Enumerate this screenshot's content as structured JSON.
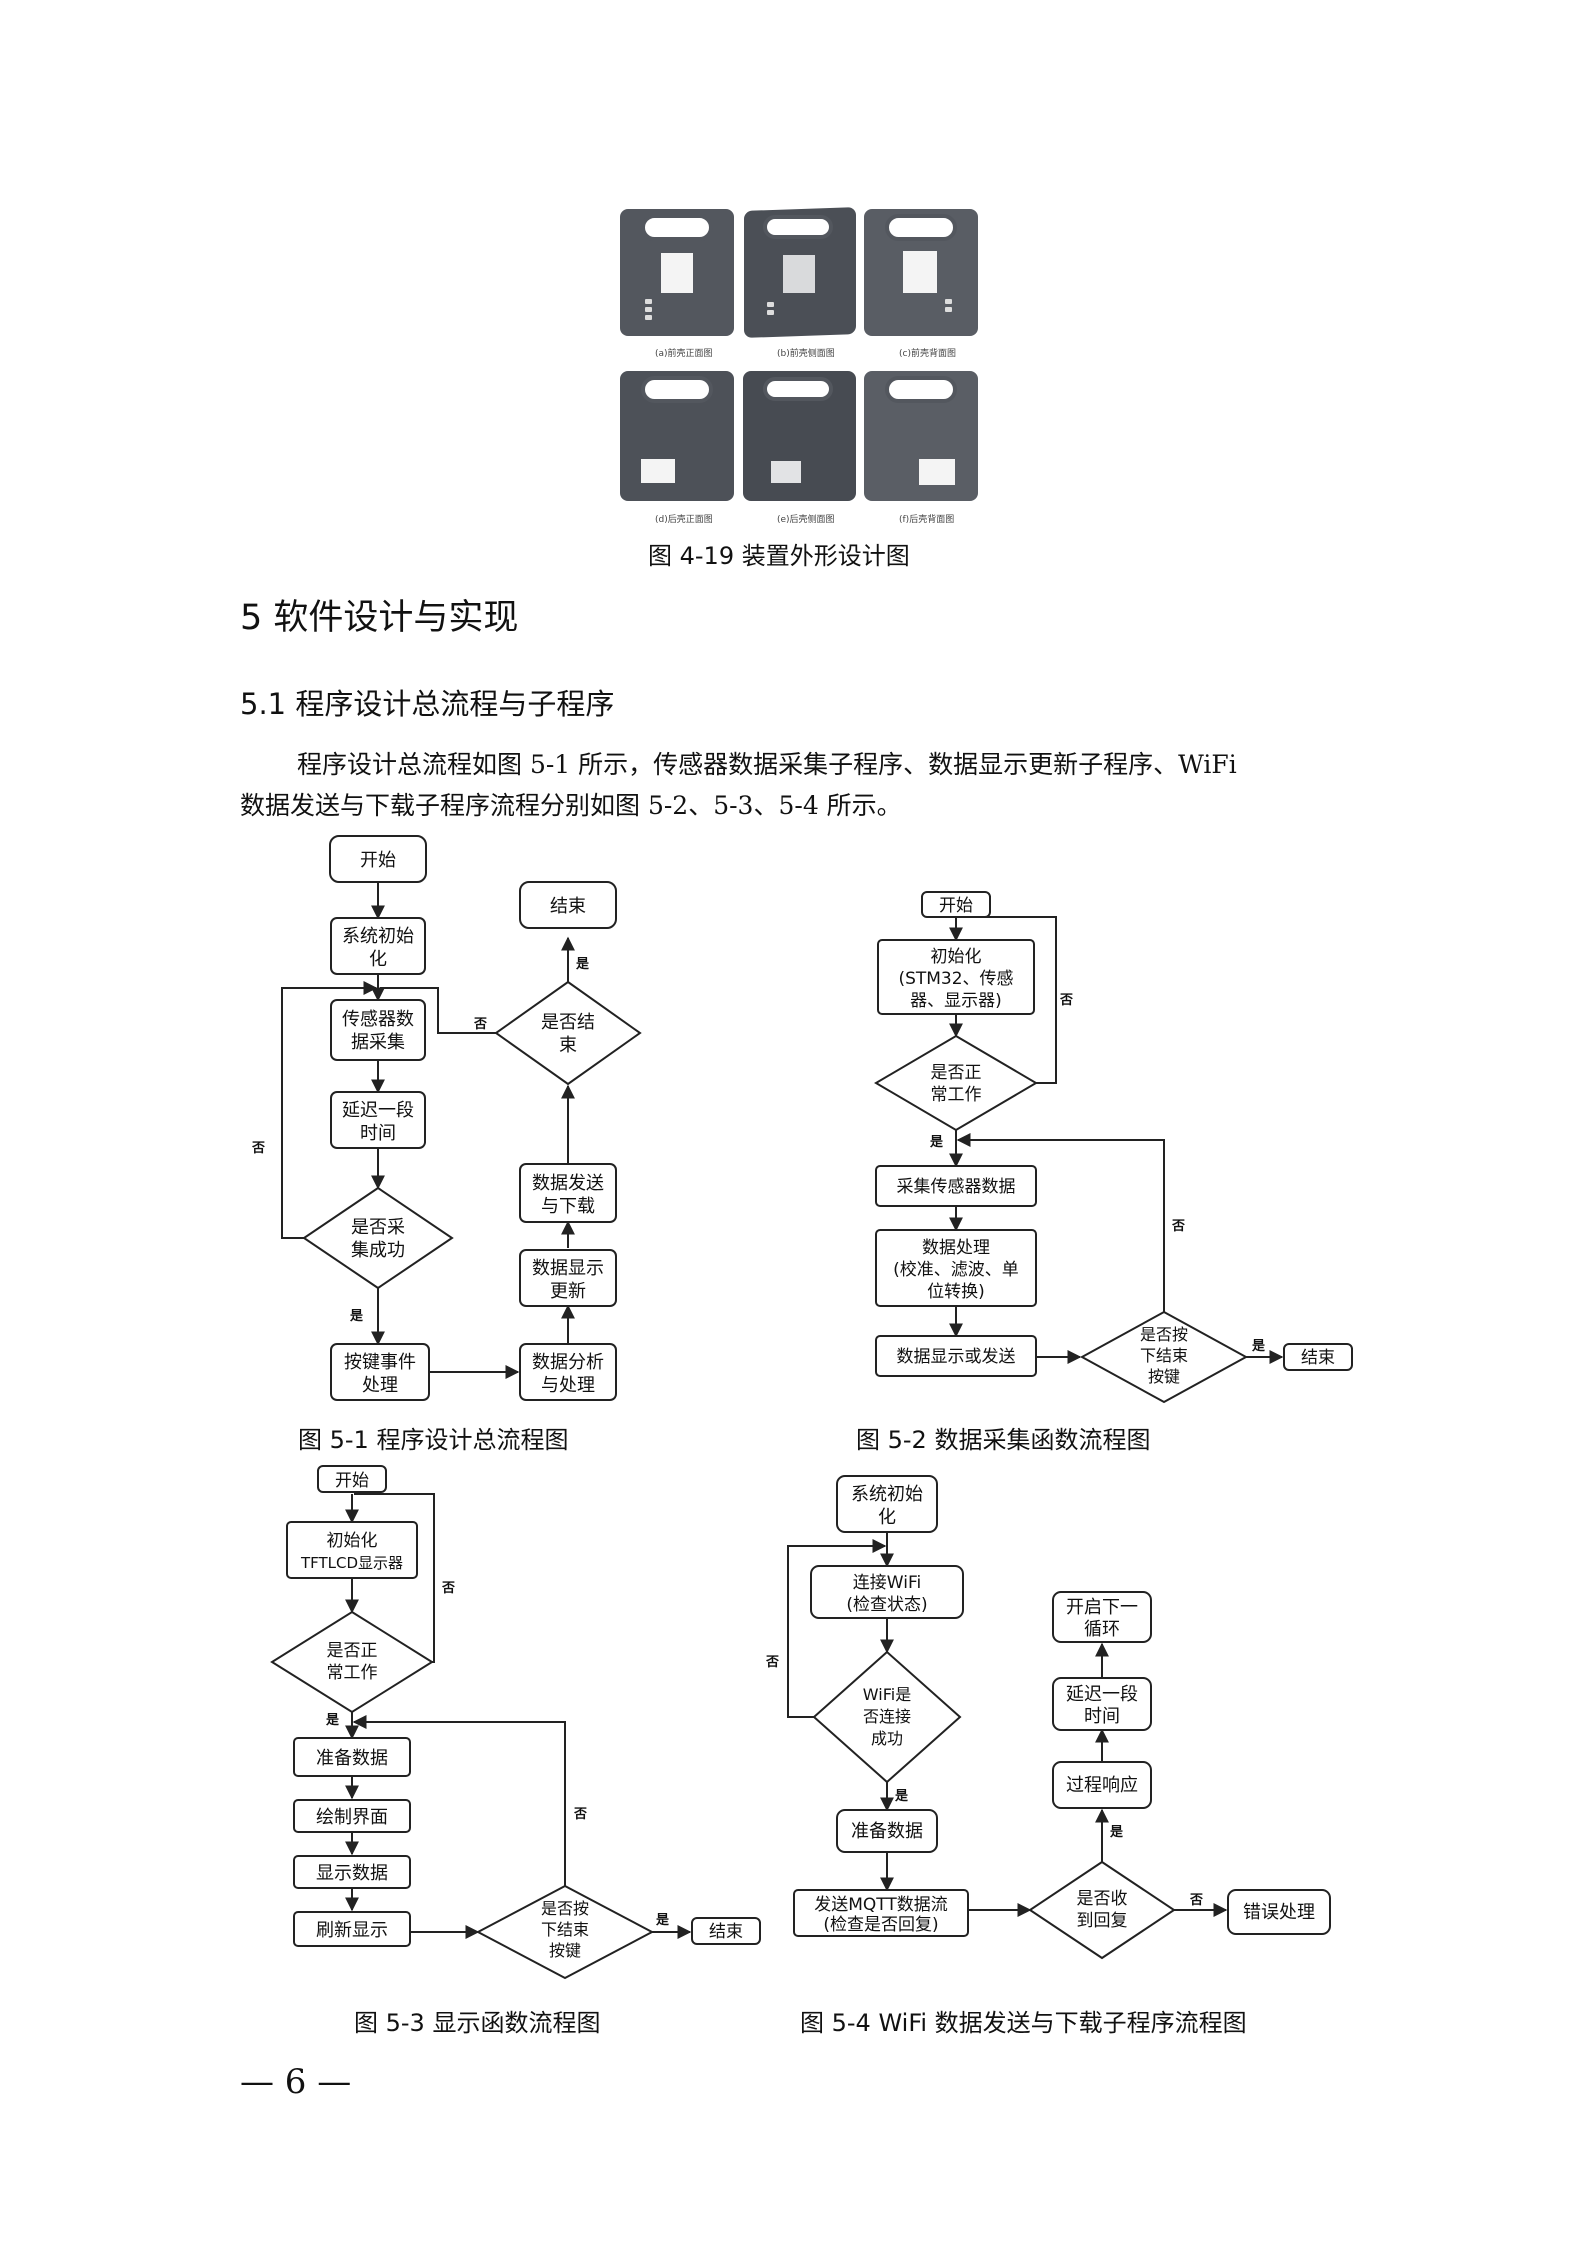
{
  "figure_4_19": {
    "caption": "图 4-19  装置外形设计图",
    "panels": [
      {
        "caption": "(a)前壳正面图"
      },
      {
        "caption": "(b)前壳侧面图"
      },
      {
        "caption": "(c)前壳背面图"
      },
      {
        "caption": "(d)后壳正面图"
      },
      {
        "caption": "(e)后壳侧面图"
      },
      {
        "caption": "(f)后壳背面图"
      }
    ]
  },
  "section": {
    "heading": "5  软件设计与实现",
    "subheading": "5.1  程序设计总流程与子程序",
    "paragraph_line1": "程序设计总流程如图 5-1 所示，传感器数据采集子程序、数据显示更新子程序、WiFi",
    "paragraph_line2": "数据发送与下载子程序流程分别如图 5-2、5-3、5-4 所示。"
  },
  "fig5_1": {
    "caption": "图 5-1  程序设计总流程图",
    "start": "开始",
    "init": [
      "系统初始",
      "化"
    ],
    "collect": [
      "传感器数",
      "据采集"
    ],
    "delay": [
      "延迟一段",
      "时间"
    ],
    "decision": [
      "是否采",
      "集成功"
    ],
    "keys": [
      "按键事件",
      "处理"
    ],
    "analysis": [
      "数据分析",
      "与处理"
    ],
    "display": [
      "数据显示",
      "更新"
    ],
    "send": [
      "数据发送",
      "与下载"
    ],
    "end_q": [
      "是否结",
      "束"
    ],
    "end": "结束",
    "yes": "是",
    "no": "否"
  },
  "fig5_2": {
    "caption": "图 5-2  数据采集函数流程图",
    "start": "开始",
    "init": [
      "初始化",
      "(STM32、传感",
      "器、显示器)"
    ],
    "normal_q": [
      "是否正",
      "常工作"
    ],
    "collect": "采集传感器数据",
    "process": [
      "数据处理",
      "(校准、滤波、单",
      "位转换)"
    ],
    "display": "数据显示或发送",
    "end_q": [
      "是否按",
      "下结束",
      "按键"
    ],
    "end": "结束",
    "yes": "是",
    "no": "否"
  },
  "fig5_3": {
    "caption": "图 5-3  显示函数流程图",
    "start": "开始",
    "init": [
      "初始化",
      "TFTLCD显示器"
    ],
    "normal_q": [
      "是否正",
      "常工作"
    ],
    "prepare": "准备数据",
    "draw": "绘制界面",
    "show": "显示数据",
    "refresh": "刷新显示",
    "end_q": [
      "是否按",
      "下结束",
      "按键"
    ],
    "end": "结束",
    "yes": "是",
    "no": "否"
  },
  "fig5_4": {
    "caption": "图 5-4  WiFi 数据发送与下载子程序流程图",
    "init": [
      "系统初始",
      "化"
    ],
    "connect": [
      "连接WiFi",
      "(检查状态)"
    ],
    "connected_q": [
      "WiFi是",
      "否连接",
      "成功"
    ],
    "prepare": "准备数据",
    "send": [
      "发送MQTT数据流",
      "(检查是否回复)"
    ],
    "reply_q": [
      "是否收",
      "到回复"
    ],
    "error": "错误处理",
    "respond": "过程响应",
    "delay": [
      "延迟一段",
      "时间"
    ],
    "next": [
      "开启下一",
      "循环"
    ],
    "yes": "是",
    "no": "否"
  },
  "page_number": "— 6 —"
}
